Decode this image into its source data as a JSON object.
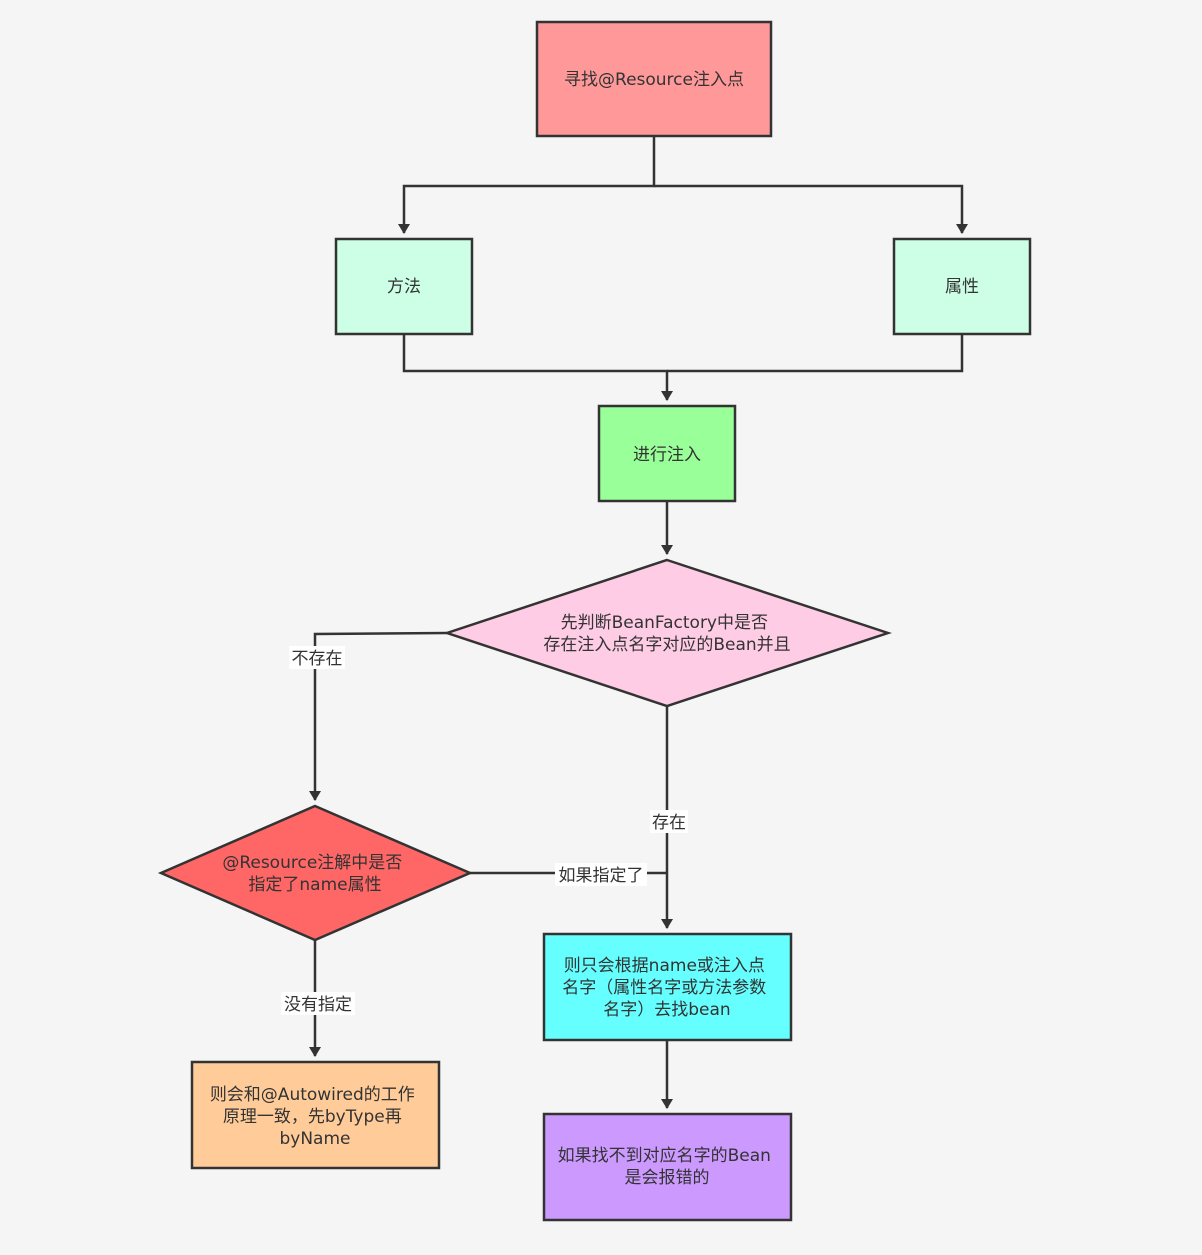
{
  "nodes": {
    "start": {
      "text": [
        "寻找@Resource注入点"
      ],
      "color": "#ff9999"
    },
    "method": {
      "text": [
        "方法"
      ],
      "color": "#ccffe6"
    },
    "field": {
      "text": [
        "属性"
      ],
      "color": "#ccffe6"
    },
    "inject": {
      "text": [
        "进行注入"
      ],
      "color": "#99ff99"
    },
    "check_bean": {
      "text": [
        "先判断BeanFactory中是否",
        "存在注入点名字对应的Bean并且"
      ],
      "color": "#ffcce6"
    },
    "check_name": {
      "text": [
        "@Resource注解中是否",
        "指定了name属性"
      ],
      "color": "#ff6666"
    },
    "by_name": {
      "text": [
        "则只会根据name或注入点",
        "名字（属性名字或方法参数",
        "名字）去找bean"
      ],
      "color": "#66ffff"
    },
    "autowired": {
      "text": [
        "则会和@Autowired的工作",
        "原理一致，先byType再",
        "byName"
      ],
      "color": "#ffcc99"
    },
    "error": {
      "text": [
        "如果找不到对应名字的Bean",
        "是会报错的"
      ],
      "color": "#cc99ff"
    }
  },
  "edge_labels": {
    "not_exist": "不存在",
    "exist": "存在",
    "if_specified": "如果指定了",
    "not_specified": "没有指定"
  }
}
